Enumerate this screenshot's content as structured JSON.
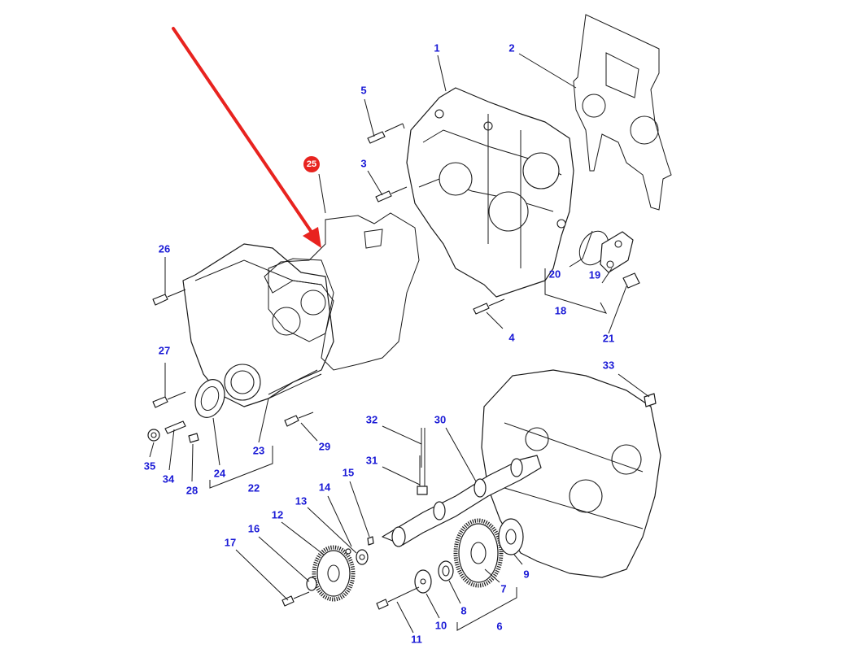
{
  "colors": {
    "callout_text": "#1a1ad6",
    "highlight_arrow": "#e8231f",
    "highlight_badge": "#e8231f",
    "line_art": "#1a1a1a",
    "background": "#ffffff"
  },
  "highlight": {
    "label": "25"
  },
  "callouts": [
    {
      "key": "c1",
      "label": "1"
    },
    {
      "key": "c2",
      "label": "2"
    },
    {
      "key": "c3",
      "label": "3"
    },
    {
      "key": "c4",
      "label": "4"
    },
    {
      "key": "c5",
      "label": "5"
    },
    {
      "key": "c6",
      "label": "6"
    },
    {
      "key": "c7",
      "label": "7"
    },
    {
      "key": "c8",
      "label": "8"
    },
    {
      "key": "c9",
      "label": "9"
    },
    {
      "key": "c10",
      "label": "10"
    },
    {
      "key": "c11",
      "label": "11"
    },
    {
      "key": "c12",
      "label": "12"
    },
    {
      "key": "c13",
      "label": "13"
    },
    {
      "key": "c14",
      "label": "14"
    },
    {
      "key": "c15",
      "label": "15"
    },
    {
      "key": "c16",
      "label": "16"
    },
    {
      "key": "c17",
      "label": "17"
    },
    {
      "key": "c18",
      "label": "18"
    },
    {
      "key": "c19",
      "label": "19"
    },
    {
      "key": "c20",
      "label": "20"
    },
    {
      "key": "c21",
      "label": "21"
    },
    {
      "key": "c22",
      "label": "22"
    },
    {
      "key": "c23",
      "label": "23"
    },
    {
      "key": "c24",
      "label": "24"
    },
    {
      "key": "c26",
      "label": "26"
    },
    {
      "key": "c27",
      "label": "27"
    },
    {
      "key": "c28",
      "label": "28"
    },
    {
      "key": "c29",
      "label": "29"
    },
    {
      "key": "c30",
      "label": "30"
    },
    {
      "key": "c31",
      "label": "31"
    },
    {
      "key": "c32",
      "label": "32"
    },
    {
      "key": "c33",
      "label": "33"
    },
    {
      "key": "c34",
      "label": "34"
    },
    {
      "key": "c35",
      "label": "35"
    }
  ]
}
